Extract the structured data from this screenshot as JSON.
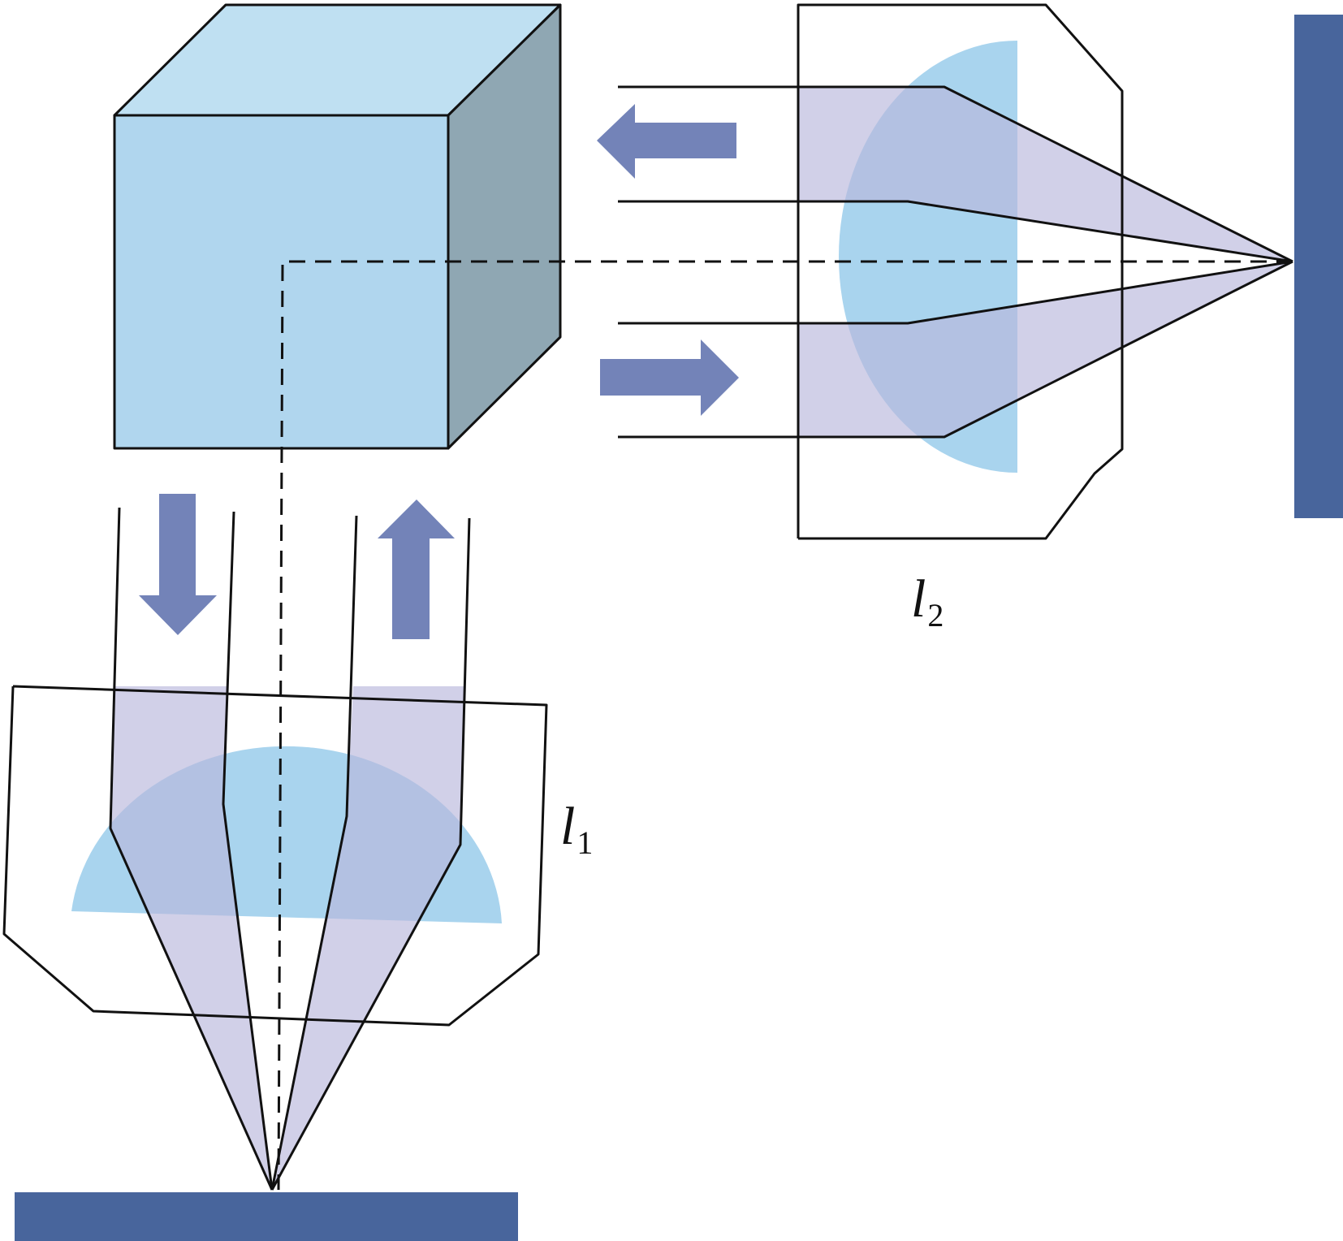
{
  "labels": {
    "l1": {
      "main": "l",
      "sub": "1"
    },
    "l2": {
      "main": "l",
      "sub": "2"
    }
  },
  "colors": {
    "cube_front": "#b0d6ee",
    "cube_top": "#bfe0f2",
    "cube_side": "#8fa7b3",
    "lens_fill": "#a9d4ee",
    "beam_fill": "#c9c8e4",
    "arrow_fill": "#7383b8",
    "target_fill": "#48659c",
    "outline": "#111111"
  },
  "icons": {
    "beam_arrows": [
      "arrow-left-icon",
      "arrow-right-icon",
      "arrow-down-icon",
      "arrow-up-icon"
    ]
  }
}
